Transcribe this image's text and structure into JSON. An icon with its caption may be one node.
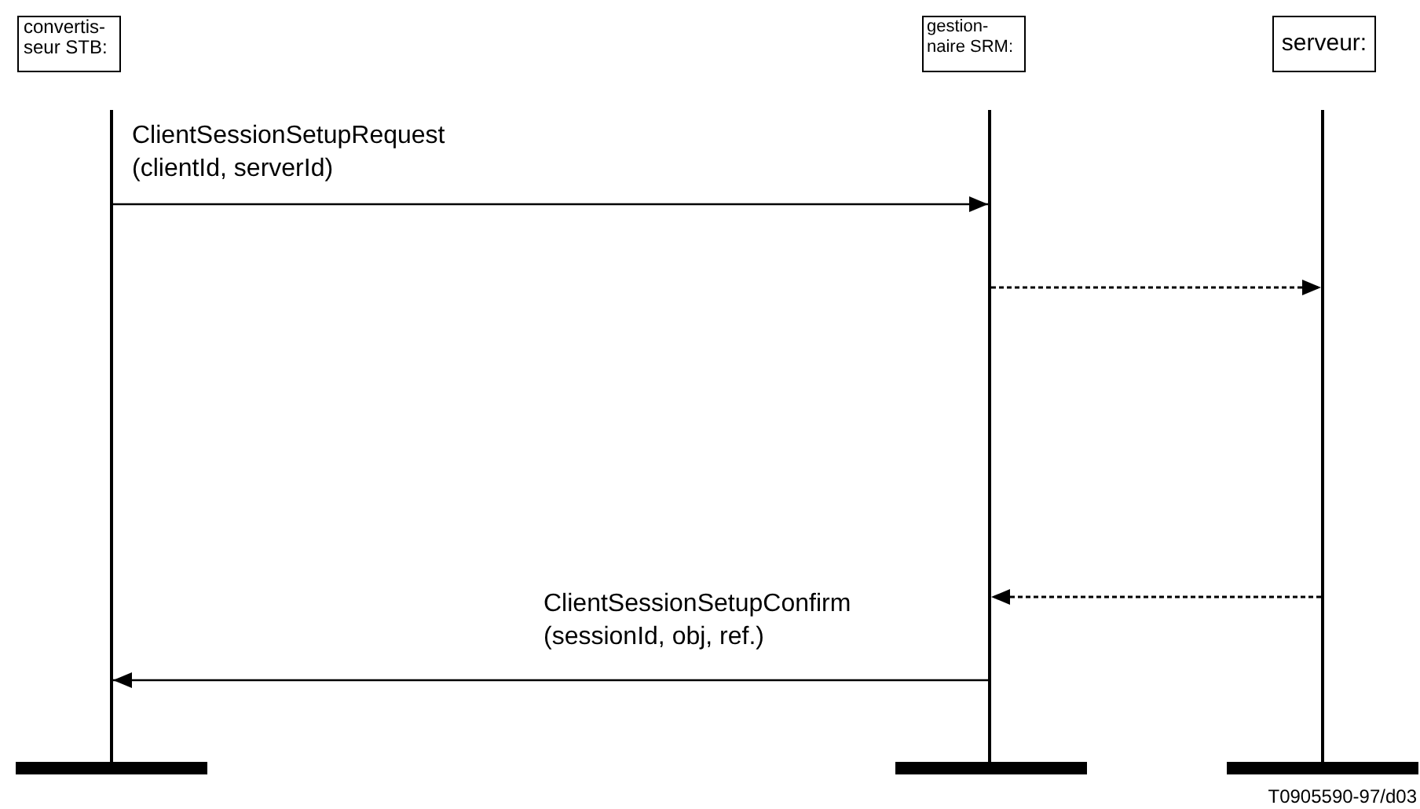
{
  "diagram": {
    "nodes": [
      {
        "text": [
          "convertis- seur STB:"
        ]
      },
      {
        "text": [
          "gestion- naire SRM:"
        ]
      },
      {
        "text": [
          "serveur:"
        ]
      },
      {
        "text": [],
        "shape": "line"
      },
      {
        "text": [],
        "shape": "line"
      },
      {
        "text": [],
        "shape": "line"
      },
      {
        "text": [],
        "shape": "bar"
      },
      {
        "text": [],
        "shape": "bar"
      },
      {
        "text": [],
        "shape": "bar"
      }
    ],
    "edges": [
      {
        "from": 3,
        "to": 4,
        "arrow": "to",
        "label": "ClientSessionSetupRequest (clientId, serverId)"
      },
      {
        "from": 4,
        "to": 5,
        "arrow": "to",
        "style": "dashed"
      },
      {
        "from": 5,
        "to": 4,
        "arrow": "to",
        "style": "dashed"
      },
      {
        "from": 4,
        "to": 3,
        "arrow": "to",
        "label": "ClientSessionSetupConfirm (sessionId, obj, ref.)"
      }
    ],
    "labels": [
      "T0905590-97/d03"
    ]
  }
}
